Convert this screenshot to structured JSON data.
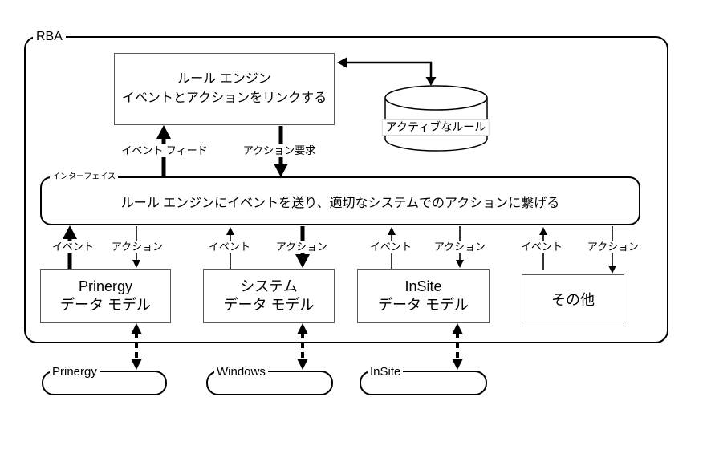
{
  "frame": {
    "label": "RBA"
  },
  "rule_engine": {
    "line1": "ルール エンジン",
    "line2": "イベントとアクションをリンクする"
  },
  "active_rules": {
    "label": "アクティブなルール"
  },
  "feeds": {
    "event_feed": "イベント フィード",
    "action_request": "アクション要求"
  },
  "interface": {
    "label": "インターフェイス",
    "description": "ルール エンジンにイベントを送り、適切なシステムでのアクションに繋げる"
  },
  "columns": [
    {
      "event": "イベント",
      "action": "アクション",
      "title": "Prinergy",
      "subtitle": "データ モデル"
    },
    {
      "event": "イベント",
      "action": "アクション",
      "title": "システム",
      "subtitle": "データ モデル"
    },
    {
      "event": "イベント",
      "action": "アクション",
      "title": "InSite",
      "subtitle": "データ モデル"
    },
    {
      "event": "イベント",
      "action": "アクション",
      "title": "その他",
      "subtitle": ""
    }
  ],
  "systems": [
    {
      "label": "Prinergy"
    },
    {
      "label": "Windows"
    },
    {
      "label": "InSite"
    }
  ],
  "colors": {
    "stroke": "#000000",
    "box_border": "#58595b",
    "background": "#ffffff"
  }
}
